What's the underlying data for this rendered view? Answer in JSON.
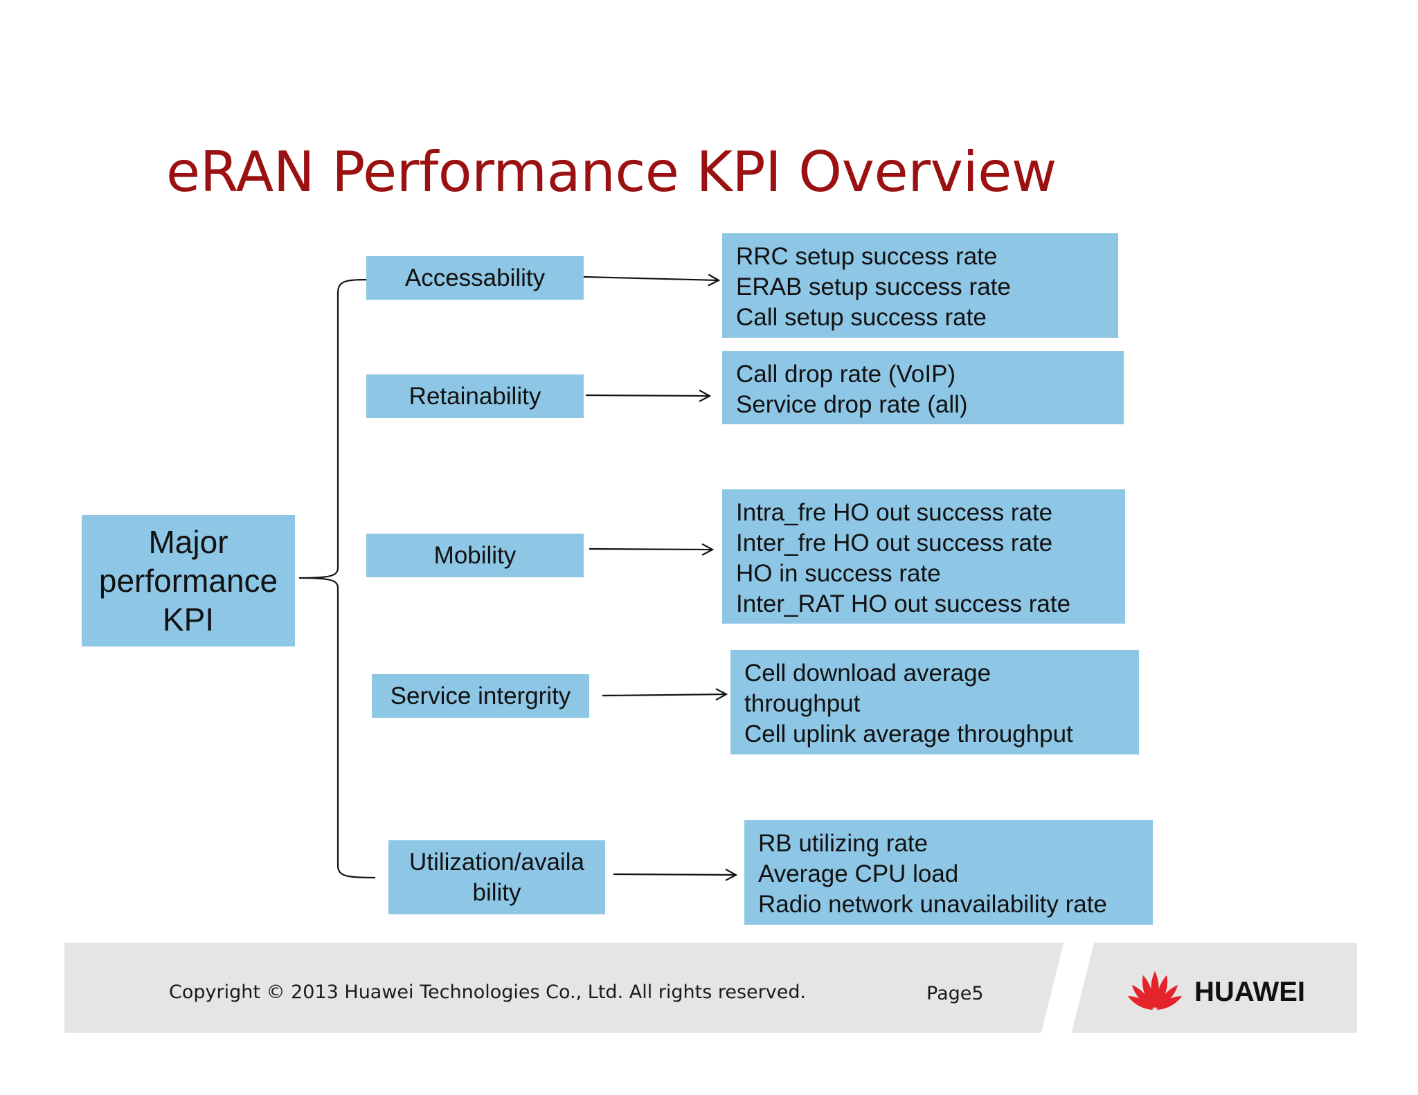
{
  "title": "eRAN Performance KPI Overview",
  "root": {
    "lines": [
      "Major",
      "performance",
      "KPI"
    ]
  },
  "categories": [
    {
      "label": [
        "Accessability"
      ],
      "metrics": [
        "RRC setup success rate",
        "ERAB setup success rate",
        "Call setup success rate"
      ]
    },
    {
      "label": [
        "Retainability"
      ],
      "metrics": [
        "Call drop rate (VoIP)",
        "Service drop rate (all)"
      ]
    },
    {
      "label": [
        "Mobility"
      ],
      "metrics": [
        "Intra_fre HO out success rate",
        "Inter_fre HO out success rate",
        "HO in success rate",
        "Inter_RAT HO out success rate"
      ]
    },
    {
      "label": [
        "Service intergrity"
      ],
      "metrics": [
        "Cell download average",
        "throughput",
        "Cell uplink average throughput"
      ]
    },
    {
      "label": [
        "Utilization/availa",
        "bility"
      ],
      "metrics": [
        "RB utilizing rate",
        "Average CPU load",
        "Radio network unavailability rate"
      ]
    }
  ],
  "footer": {
    "copyright": "Copyright © 2013 Huawei Technologies Co., Ltd. All rights reserved.",
    "page": "Page5",
    "logo_text": "HUAWEI",
    "logo_icon": "huawei-petal-logo-icon"
  },
  "colors": {
    "title": "#9b1111",
    "box_fill": "#8ec6e5",
    "footer_bar": "#e5e5e5",
    "logo_red": "#e4232b"
  }
}
